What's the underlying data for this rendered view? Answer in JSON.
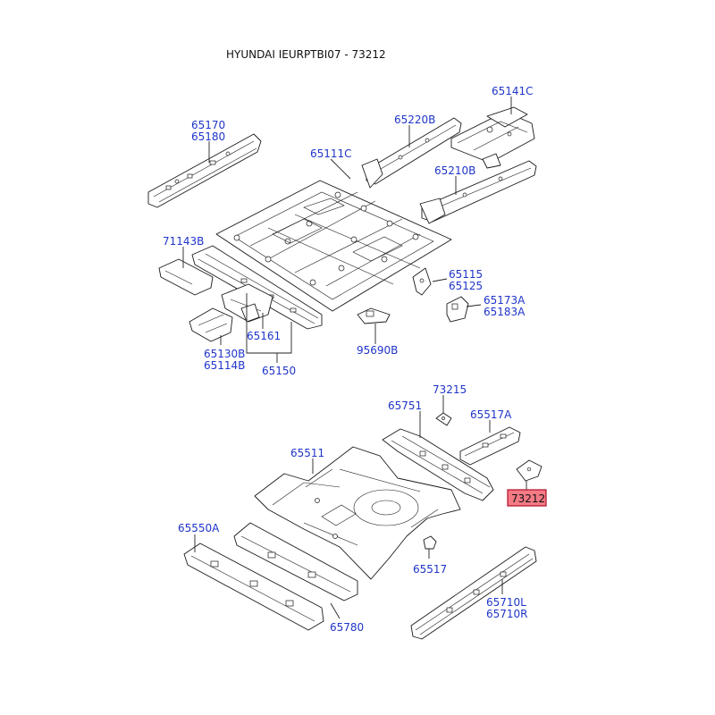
{
  "title": "HYUNDAI IEURPTBI07 - 73212",
  "colors": {
    "label": "#1f35c9",
    "line": "#1a1a1a",
    "highlight": "#f47a86"
  },
  "labels": {
    "p65170": "65170",
    "p65180": "65180",
    "p65220B": "65220B",
    "p65141C": "65141C",
    "p65111C": "65111C",
    "p65210B": "65210B",
    "p71143B": "71143B",
    "p65115": "65115",
    "p65125": "65125",
    "p65173A": "65173A",
    "p65183A": "65183A",
    "p65161": "65161",
    "p65130B": "65130B",
    "p65114B": "65114B",
    "p65150": "65150",
    "p95690B": "95690B",
    "p73215": "73215",
    "p65751": "65751",
    "p65517A": "65517A",
    "p65511": "65511",
    "p73212": "73212",
    "p65550A": "65550A",
    "p65517": "65517",
    "p65710L": "65710L",
    "p65710R": "65710R",
    "p65780": "65780"
  },
  "highlighted_part": "73212"
}
